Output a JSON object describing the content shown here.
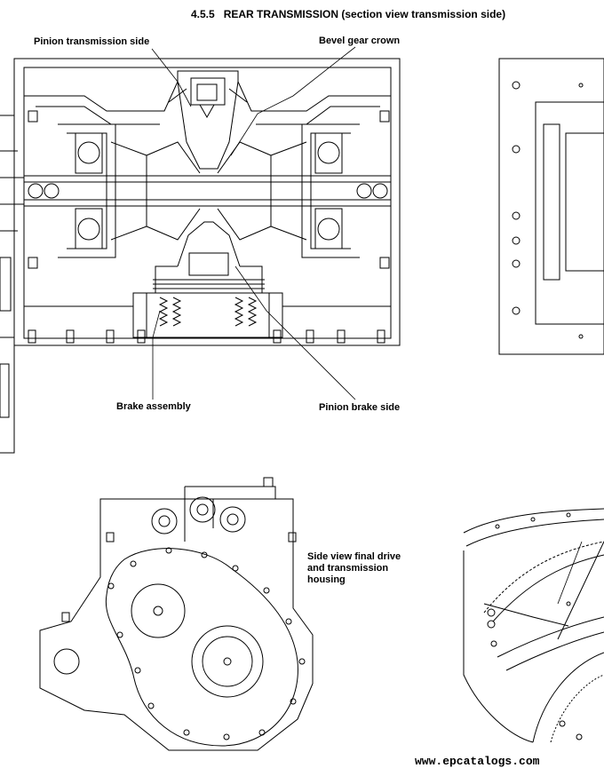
{
  "header": {
    "section_number": "4.5.5",
    "title": "REAR TRANSMISSION (section view transmission side)"
  },
  "callouts": {
    "pinion_transmission_side": "Pinion transmission side",
    "bevel_gear_crown": "Bevel gear crown",
    "brake_assembly": "Brake assembly",
    "pinion_brake_side": "Pinion brake side",
    "side_view_line1": "Side view final drive",
    "side_view_line2": "and transmission",
    "side_view_line3": "housing"
  },
  "footer": {
    "watermark": "www.epcatalogs.com"
  }
}
